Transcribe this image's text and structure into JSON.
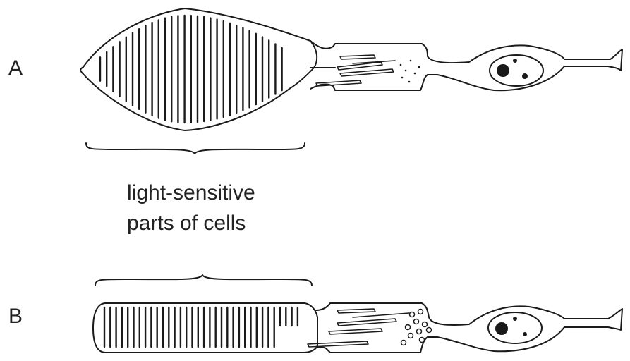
{
  "labels": {
    "cell_a": "A",
    "cell_b": "B",
    "caption_line1": "light-sensitive",
    "caption_line2": "parts of cells"
  },
  "colors": {
    "stroke": "#1a1a1a",
    "text": "#222222",
    "background": "#ffffff"
  }
}
